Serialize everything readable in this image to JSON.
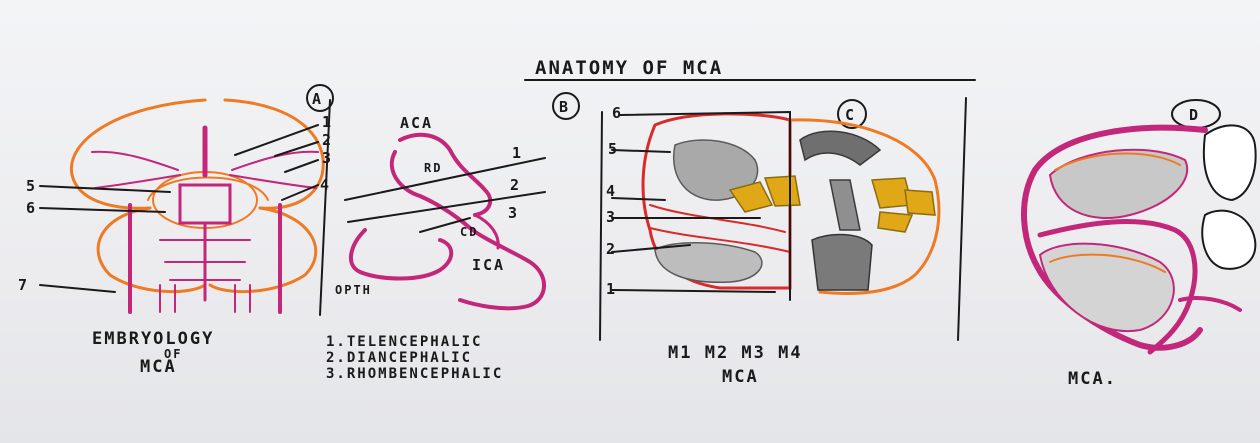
{
  "title": "ANATOMY OF MCA",
  "panels": [
    {
      "id": "A",
      "badge": "A",
      "numbers": [
        "1",
        "2",
        "3",
        "4",
        "5",
        "6",
        "7"
      ],
      "caption_lines": [
        "EMBRYOLOGY",
        "OF",
        "MCA"
      ]
    },
    {
      "id": "B",
      "badge": "B",
      "labels": [
        "ACA",
        "RD",
        "CD",
        "ICA",
        "OPTH"
      ],
      "numbers": [
        "1",
        "2",
        "3"
      ],
      "legend": [
        "1.TELENCEPHALIC",
        "2.DIANCEPHALIC",
        "3.RHOMBENCEPHALIC"
      ]
    },
    {
      "id": "C",
      "badge": "C",
      "numbers": [
        "6",
        "5",
        "4",
        "3",
        "2",
        "1"
      ],
      "caption_lines": [
        "M1 M2 M3 M4",
        "MCA"
      ]
    },
    {
      "id": "D",
      "badge": "D",
      "caption_lines": [
        "MCA."
      ]
    }
  ],
  "colors": {
    "ink": "#1a1a1a",
    "magenta": "#c2277a",
    "orange": "#ee7a24",
    "red": "#d82b2b",
    "yellow": "#e0a817",
    "gray": "#8c8c8c"
  }
}
